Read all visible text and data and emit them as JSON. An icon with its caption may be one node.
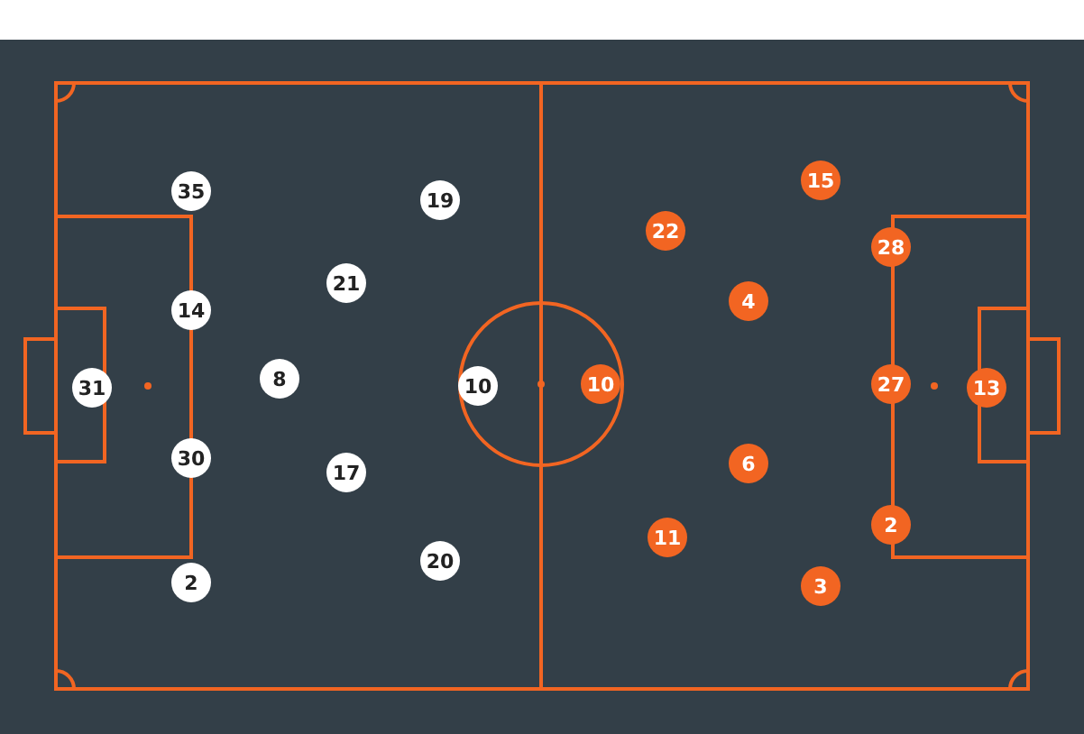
{
  "diagram": {
    "nodes": [
      {
        "text": [
          "35"
        ]
      },
      {
        "text": [
          "19"
        ]
      },
      {
        "text": [
          "21"
        ]
      },
      {
        "text": [
          "14"
        ]
      },
      {
        "text": [
          "8"
        ]
      },
      {
        "text": [
          "31"
        ]
      },
      {
        "text": [
          "10"
        ]
      },
      {
        "text": [
          "30"
        ]
      },
      {
        "text": [
          "17"
        ]
      },
      {
        "text": [
          "20"
        ]
      },
      {
        "text": [
          "2"
        ]
      },
      {
        "text": [
          "15"
        ]
      },
      {
        "text": [
          "22"
        ]
      },
      {
        "text": [
          "28"
        ]
      },
      {
        "text": [
          "4"
        ]
      },
      {
        "text": [
          "10"
        ]
      },
      {
        "text": [
          "27"
        ]
      },
      {
        "text": [
          "13"
        ]
      },
      {
        "text": [
          "6"
        ]
      },
      {
        "text": [
          "2"
        ]
      },
      {
        "text": [
          "11"
        ]
      },
      {
        "text": [
          "3"
        ]
      }
    ]
  }
}
